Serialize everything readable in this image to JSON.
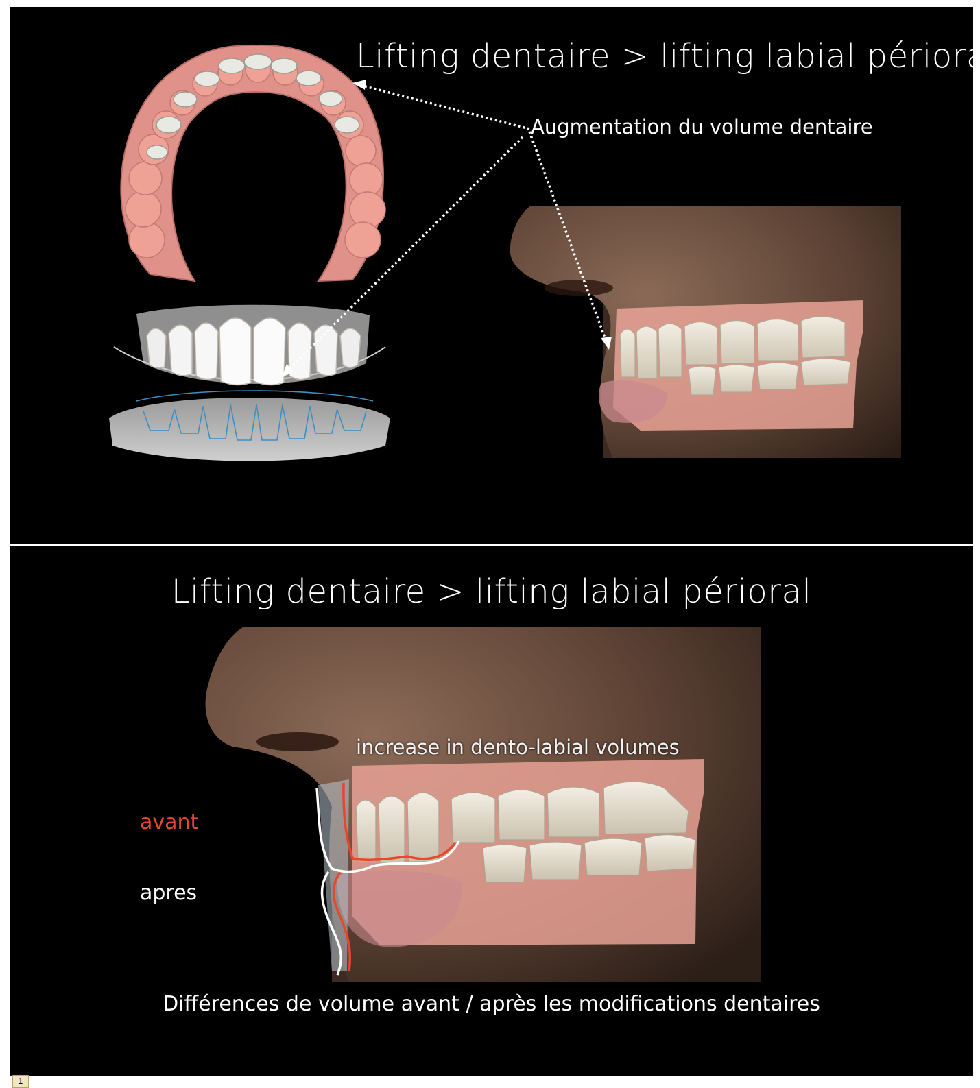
{
  "top_panel": {
    "title": "Lifting dentaire > lifting labial périoral",
    "annotation": "Augmentation du volume dentaire",
    "images": {
      "upper_arch": "upper-dental-arch-3d-scan",
      "anterior_teeth": "anterior-teeth-3d-render",
      "lower_teeth": "lower-teeth-3d-scan",
      "profile": "face-profile-teeth-overlay"
    }
  },
  "bottom_panel": {
    "title": "Lifting dentaire > lifting labial périoral",
    "annotation": "increase in dento-labial volumes",
    "legend": {
      "before_label": "avant",
      "after_label": "apres",
      "before_color": "#e8472e",
      "after_color": "#ffffff"
    },
    "caption": "Différences de volume avant / après les modifications dentaires",
    "images": {
      "profile": "face-profile-teeth-overlay-large"
    }
  },
  "figure_number": "1",
  "colors": {
    "background": "#000000",
    "gum": "#e59a8f",
    "tooth": "#ece6da",
    "skin": "#7a5a48"
  }
}
